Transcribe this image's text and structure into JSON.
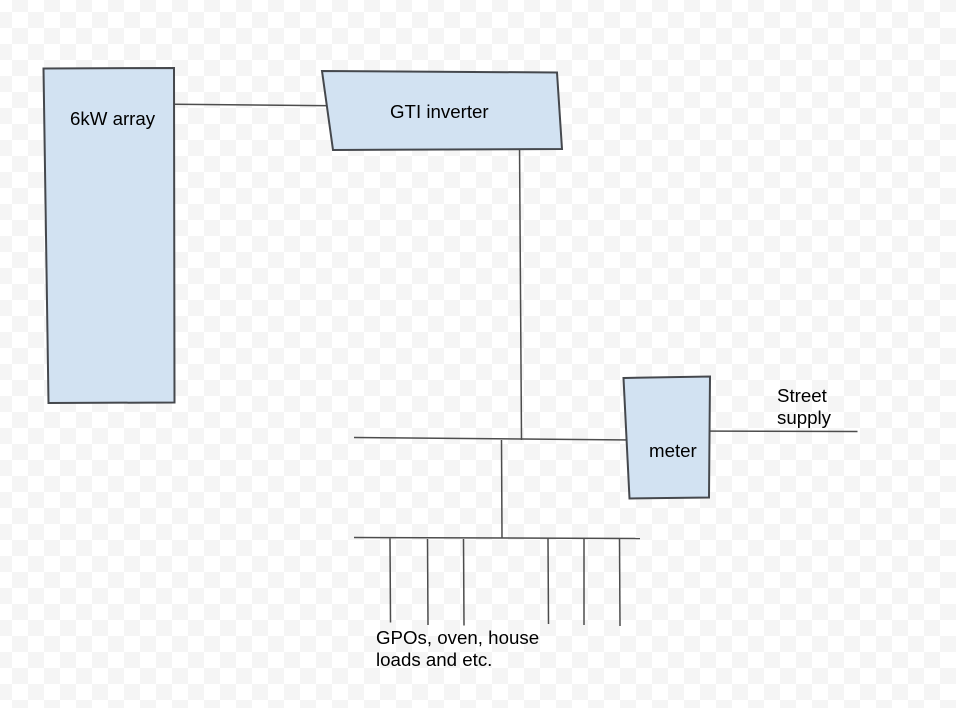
{
  "colors": {
    "node_fill": "#d2e2f2",
    "node_border": "#45484d",
    "connector": "#4d4d4d"
  },
  "nodes": {
    "array": {
      "label": "6kW array"
    },
    "inverter": {
      "label": "GTI inverter"
    },
    "meter": {
      "label": "meter"
    }
  },
  "annotations": {
    "street_supply": "Street supply",
    "house_loads": "GPOs, oven, house loads and etc."
  },
  "edges": [
    {
      "from": "array",
      "to": "inverter"
    },
    {
      "from": "inverter",
      "to": "house-bus"
    },
    {
      "from": "house-bus",
      "to": "meter"
    },
    {
      "from": "meter",
      "to": "street-supply"
    },
    {
      "from": "house-bus",
      "to": "load-branches",
      "branch_count": 6
    }
  ]
}
